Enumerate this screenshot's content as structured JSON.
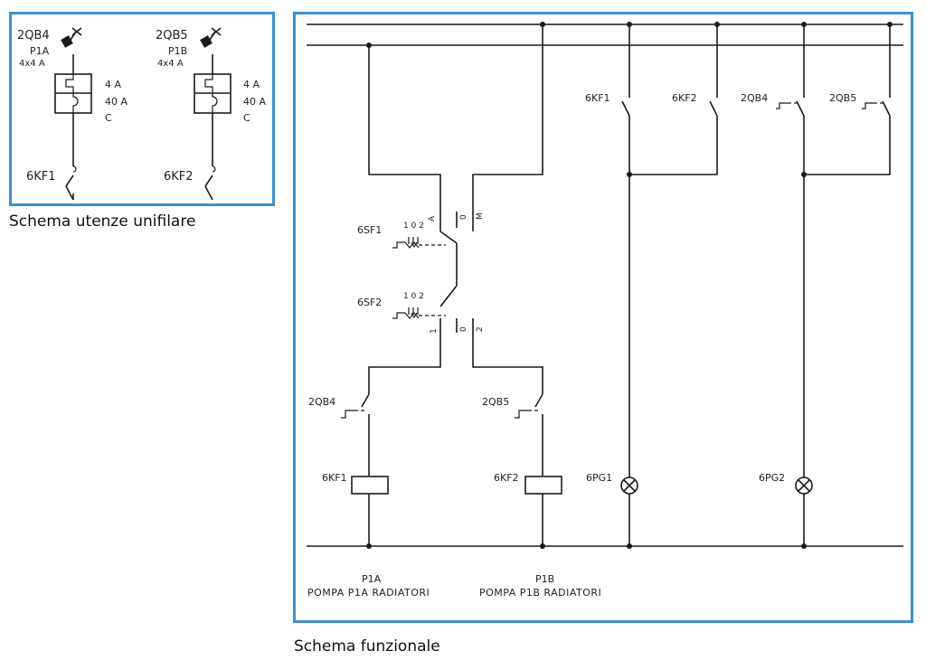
{
  "captions": {
    "single_line": "Schema utenze unifilare",
    "functional": "Schema funzionale"
  },
  "single_line": {
    "feeders": [
      {
        "breaker": "2QB4",
        "load": "P1A",
        "poles": "4x4 A",
        "set": "4 A",
        "rating": "40 A",
        "curve": "C",
        "contactor": "6KF1"
      },
      {
        "breaker": "2QB5",
        "load": "P1B",
        "poles": "4x4 A",
        "set": "4 A",
        "rating": "40 A",
        "curve": "C",
        "contactor": "6KF2"
      }
    ]
  },
  "functional": {
    "selector_top": {
      "name": "6SF1",
      "positions": "1 0 2",
      "contacts": [
        "A",
        "0",
        "M"
      ]
    },
    "selector_bottom": {
      "name": "6SF2",
      "positions": "1 0 2",
      "contacts": [
        "1",
        "0",
        "2"
      ]
    },
    "aux_contacts": [
      "6KF1",
      "6KF2",
      "2QB4",
      "2QB5"
    ],
    "branch_contacts": [
      "2QB4",
      "2QB5"
    ],
    "coils": [
      "6KF1",
      "6KF2"
    ],
    "lamps": [
      "6PG1",
      "6PG2"
    ],
    "loads": [
      {
        "id": "P1A",
        "desc": "POMPA P1A RADIATORI"
      },
      {
        "id": "P1B",
        "desc": "POMPA P1B RADIATORI"
      }
    ]
  }
}
